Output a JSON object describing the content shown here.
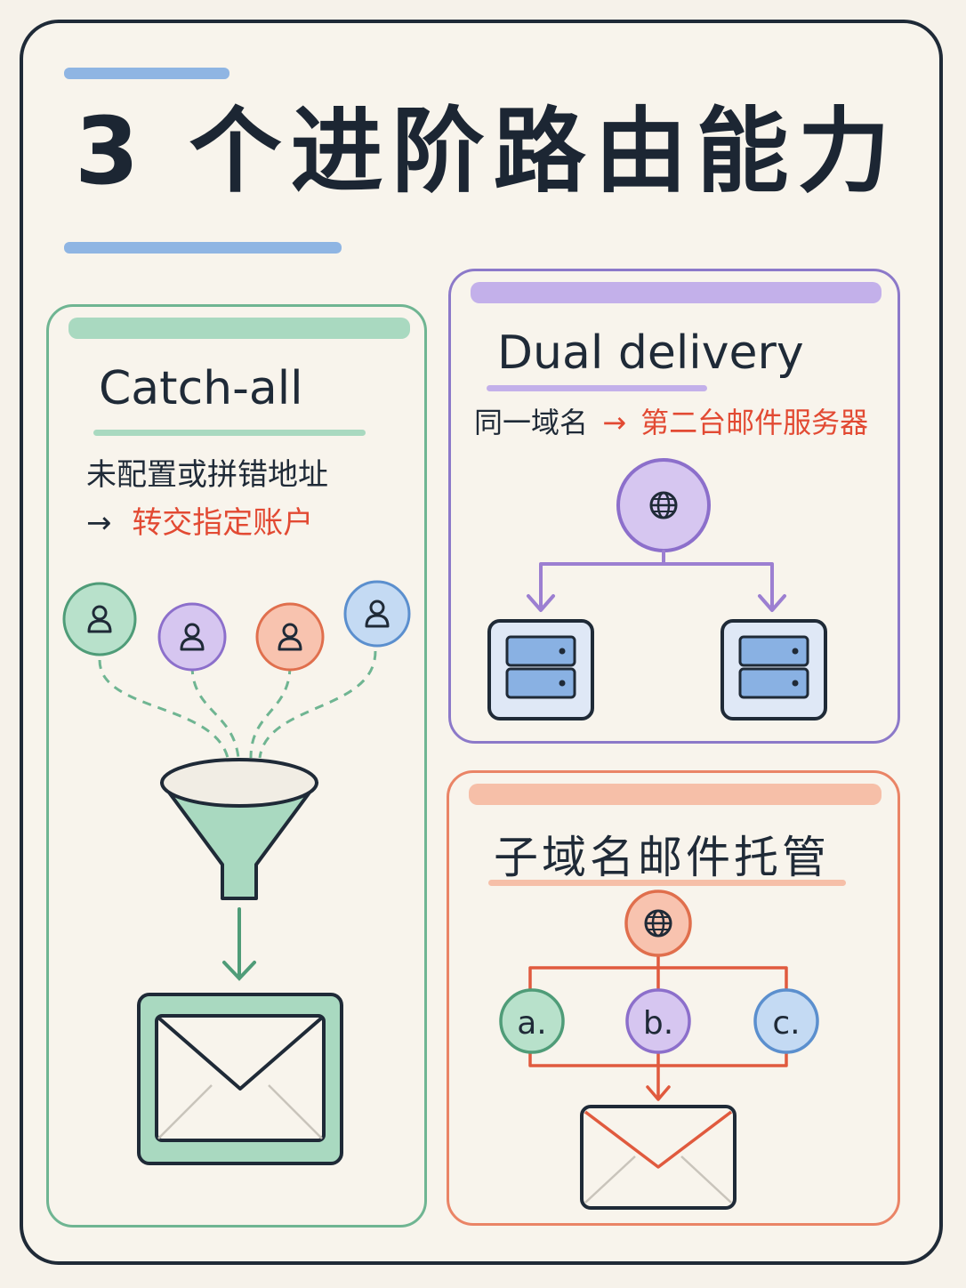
{
  "title": "3 个进阶路由能力",
  "colors": {
    "green": "#5fae88",
    "purple": "#9c7fd1",
    "orange": "#ea8466",
    "blue": "#6e9ed8",
    "red": "#e24a33",
    "ink": "#1f2a37"
  },
  "catch_all": {
    "title": "Catch-all",
    "line1": "未配置或拼错地址",
    "arrow": "→",
    "line2": "转交指定账户",
    "icons": [
      "user-icon",
      "user-icon",
      "user-icon",
      "user-icon",
      "funnel-icon",
      "envelope-icon"
    ]
  },
  "dual_delivery": {
    "title": "Dual delivery",
    "prefix": "同一域名",
    "arrow": "→",
    "target": "第二台邮件服务器",
    "icons": [
      "globe-icon",
      "server-icon",
      "server-icon"
    ]
  },
  "subdomain": {
    "title": "子域名邮件托管",
    "nodes": [
      "a.",
      "b.",
      "c."
    ],
    "icons": [
      "globe-icon",
      "envelope-icon"
    ]
  }
}
